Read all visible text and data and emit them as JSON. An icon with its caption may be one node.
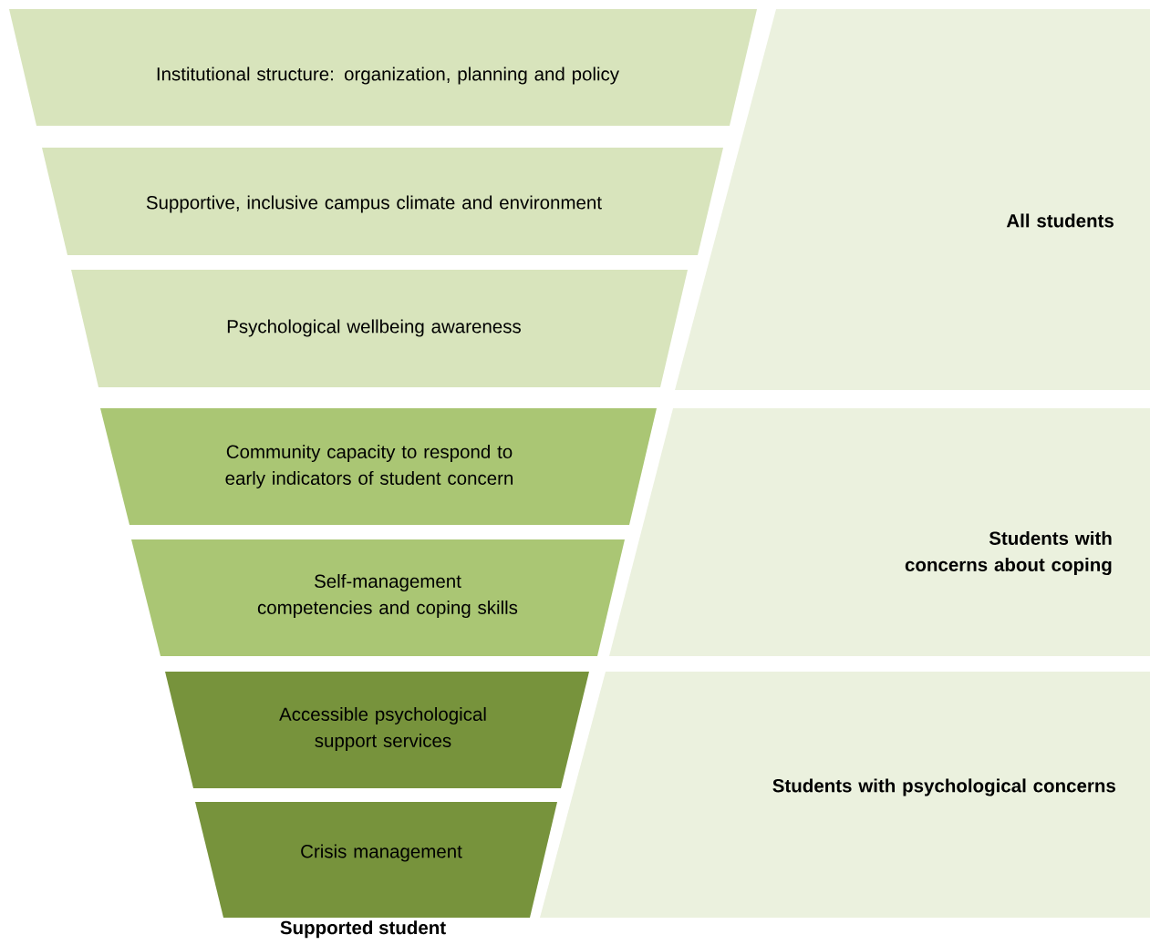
{
  "diagram": {
    "nodes": [
      {
        "text": [
          "Institutional structure: organization, planning and policy"
        ]
      },
      {
        "text": [
          "Supportive, inclusive campus climate and environment"
        ]
      },
      {
        "text": [
          "Psychological wellbeing awareness"
        ]
      },
      {
        "text": [
          "Community capacity to respond to early indicators of student concern"
        ]
      },
      {
        "text": [
          "Self-management competencies and coping skills"
        ]
      },
      {
        "text": [
          "Accessible psychological support services"
        ]
      },
      {
        "text": [
          "Crisis management"
        ],
        "beside": [
          "Supported student"
        ]
      },
      {
        "text": [
          "All students"
        ]
      },
      {
        "text": [
          "Students with concerns about coping"
        ]
      },
      {
        "text": [
          "Students with psychological concerns"
        ]
      }
    ]
  }
}
